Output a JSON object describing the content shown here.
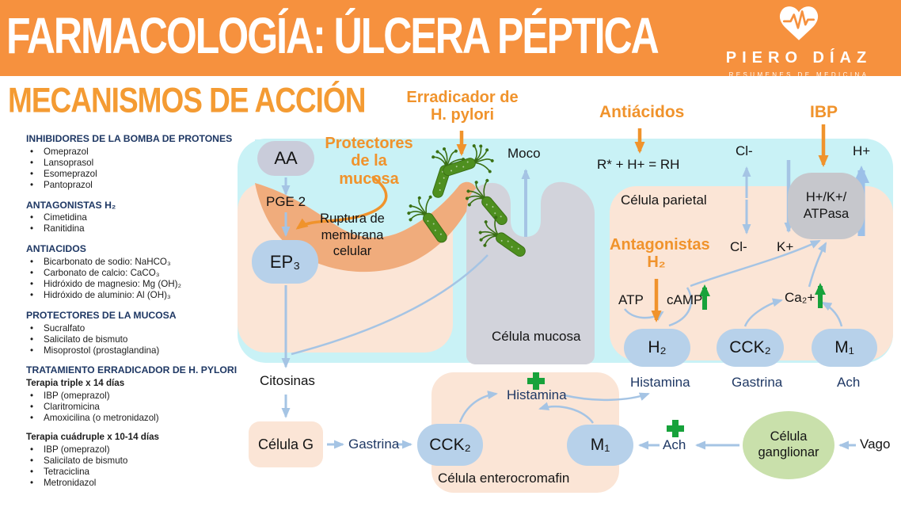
{
  "header": {
    "title": "FARMACOLOGÍA: ÚLCERA PÉPTICA",
    "brand_name": "PIERO DÍAZ",
    "brand_tagline": "RESUMENES DE MEDICINA"
  },
  "subtitle": "MECANISMOS DE ACCIÓN",
  "colors": {
    "accent_orange": "#F6913E",
    "label_orange": "#F0932C",
    "navy": "#1F3864",
    "lumen_cyan": "#C9F2F6",
    "cell_peach": "#FBE5D6",
    "rupture_orange": "#F0AC7C",
    "mucous_cell_gray": "#D2D3DB",
    "receptor_blue": "#B7D1EA",
    "arrow_blue": "#A5C4E4",
    "stimulus_green": "#17A23B",
    "ganglion_cell_green": "#C9E0AB",
    "bacteria_green": "#4E8F1F"
  },
  "drug_list": {
    "sections": [
      {
        "heading": "INHIBIDORES DE LA BOMBA DE PROTONES",
        "items": [
          "Omeprazol",
          "Lansoprasol",
          "Esomeprazol",
          "Pantoprazol"
        ]
      },
      {
        "heading": "ANTAGONISTAS H₂",
        "items": [
          "Cimetidina",
          "Ranitidina"
        ]
      },
      {
        "heading": "ANTIACIDOS",
        "items": [
          "Bicarbonato de sodio: NaHCO₃",
          "Carbonato de calcio: CaCO₃",
          "Hidróxido de magnesio: Mg (OH)₂",
          "Hidróxido de aluminio: Al (OH)₃"
        ]
      },
      {
        "heading": "PROTECTORES DE LA MUCOSA",
        "items": [
          "Sucralfato",
          "Salicilato de bismuto",
          "Misoprostol (prostaglandina)"
        ]
      },
      {
        "heading": "TRATAMIENTO ERRADICADOR DE H. PYLORI",
        "subsections": [
          {
            "title": "Terapia triple x 14 días",
            "items": [
              "IBP (omeprazol)",
              "Claritromicina",
              "Amoxicilina (o metronidazol)"
            ]
          },
          {
            "title": "Terapia cuádruple x 10-14 días",
            "items": [
              "IBP (omeprazol)",
              "Salicilato de bismuto",
              "Tetraciclina",
              "Metronidazol"
            ]
          }
        ]
      }
    ]
  },
  "diagram": {
    "labels": {
      "erradicador": "Erradicador de\nH. pylori",
      "protectores": "Protectores\nde la mucosa",
      "antiacidos": "Antiácidos",
      "ibp": "IBP",
      "antagonistas_h2": "Antagonistas\nH₂",
      "moco": "Moco",
      "aa": "AA",
      "pge2": "PGE 2",
      "ep3": "EP₃",
      "ruptura": "Ruptura de\nmembrana\ncelular",
      "reaccion": "R* + H+ = RH",
      "celula_parietal": "Célula parietal",
      "cl_lumen": "Cl-",
      "h_lumen": "H+",
      "cl_cell": "Cl-",
      "k_cell": "K+",
      "atpasa": "H+/K+/\nATPasa",
      "atp": "ATP",
      "camp": "cAMP",
      "ca2": "Ca₂+",
      "receptor_h2": "H₂",
      "receptor_cck2": "CCK₂",
      "receptor_m1": "M₁",
      "histamina": "Histamina",
      "gastrina": "Gastrina",
      "ach": "Ach",
      "celula_mucosa": "Célula mucosa",
      "citosinas": "Citosinas",
      "celula_g": "Célula G",
      "gastrina_msg": "Gastrina",
      "receptor_cck2_b": "CCK₂",
      "receptor_m1_b": "M₁",
      "histamina_msg": "Histamina",
      "celula_entero": "Célula enterocromafin",
      "ach_msg": "Ach",
      "celula_ganglionar": "Célula\nganglionar",
      "vago": "Vago"
    }
  }
}
